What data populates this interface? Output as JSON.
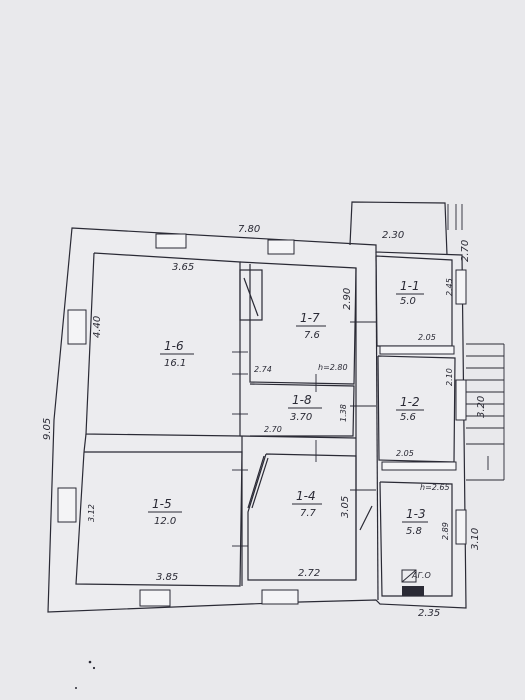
{
  "dimensions": {
    "overall_width": "7.80",
    "overall_height": "9.05",
    "annex_width": "2.30",
    "annex_height": "2.70",
    "room16_width": "3.65",
    "room16_height": "4.40",
    "room17_height": "2.90",
    "room17_width": "2.74",
    "room17_h": "h=2.80",
    "room18_width": "2.70",
    "room18_height": "1.38",
    "room11_width": "2.05",
    "room11_height": "2.45",
    "room12_width": "2.05",
    "room12_height": "2.10",
    "porch_height": "3.20",
    "room15_height": "3.12",
    "room15_width": "3.85",
    "room14_height": "3.05",
    "room14_width": "2.72",
    "room13_h": "h=2.65",
    "room13_height": "2.89",
    "right_height": "3.10",
    "bottom_right_width": "2.35"
  },
  "rooms": [
    {
      "id": "1-6",
      "area": "16.1"
    },
    {
      "id": "1-7",
      "area": "7.6"
    },
    {
      "id": "1-8",
      "area": "3.70"
    },
    {
      "id": "1-1",
      "area": "5.0"
    },
    {
      "id": "1-2",
      "area": "5.6"
    },
    {
      "id": "1-5",
      "area": "12.0"
    },
    {
      "id": "1-4",
      "area": "7.7"
    },
    {
      "id": "1-3",
      "area": "5.8"
    }
  ],
  "appliance_label": "АГ.О",
  "colors": {
    "ink": "#2a2a35",
    "paper": "#f2f2f4"
  }
}
